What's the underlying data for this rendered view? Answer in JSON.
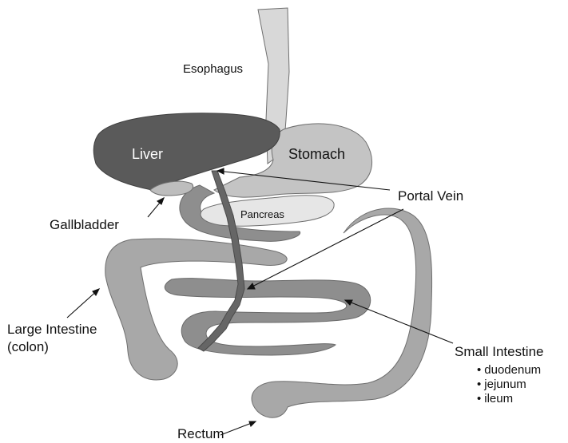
{
  "labels": {
    "esophagus": "Esophagus",
    "liver": "Liver",
    "stomach": "Stomach",
    "portal_vein": "Portal Vein",
    "pancreas": "Pancreas",
    "gallbladder": "Gallbladder",
    "large_intestine_line1": "Large Intestine",
    "large_intestine_line2": "(colon)",
    "small_intestine": "Small Intestine",
    "small_intestine_parts": [
      "duodenum",
      "jejunum",
      "ileum"
    ],
    "rectum": "Rectum"
  },
  "colors": {
    "liver": "#5a5a5a",
    "intestine": "#a8a8a8",
    "small_intestine": "#8e8e8e",
    "stomach": "#c4c4c4",
    "esophagus": "#d8d8d8",
    "pancreas": "#e6e6e6",
    "portal_vein": "#666666",
    "outline": "#6f6f6f"
  }
}
